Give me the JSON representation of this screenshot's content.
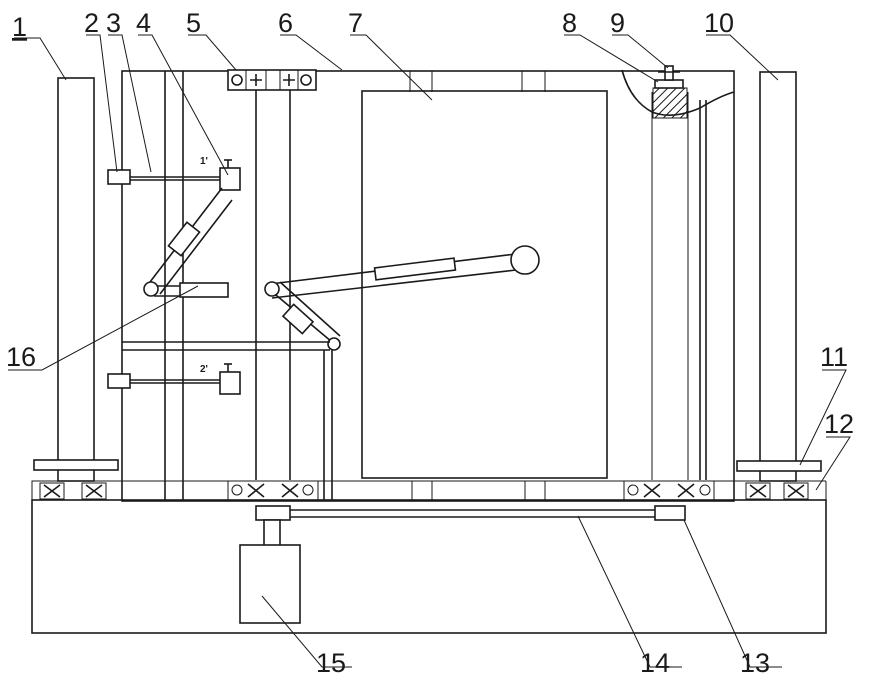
{
  "part_labels": [
    {
      "id": "label-1",
      "text": "1"
    },
    {
      "id": "label-2",
      "text": "2"
    },
    {
      "id": "label-3",
      "text": "3"
    },
    {
      "id": "label-4",
      "text": "4"
    },
    {
      "id": "label-5",
      "text": "5"
    },
    {
      "id": "label-6",
      "text": "6"
    },
    {
      "id": "label-7",
      "text": "7"
    },
    {
      "id": "label-8",
      "text": "8"
    },
    {
      "id": "label-9",
      "text": "9"
    },
    {
      "id": "label-10",
      "text": "10"
    },
    {
      "id": "label-11",
      "text": "11"
    },
    {
      "id": "label-12",
      "text": "12"
    },
    {
      "id": "label-13",
      "text": "13"
    },
    {
      "id": "label-14",
      "text": "14"
    },
    {
      "id": "label-15",
      "text": "15"
    },
    {
      "id": "label-16",
      "text": "16"
    }
  ],
  "small_marks": {
    "upper_switch": "1'",
    "lower_switch": "2'"
  },
  "connector_symbols": {
    "circle": "○",
    "plus": "+"
  },
  "colors": {
    "line": "#1a1a1a",
    "background": "#ffffff"
  }
}
